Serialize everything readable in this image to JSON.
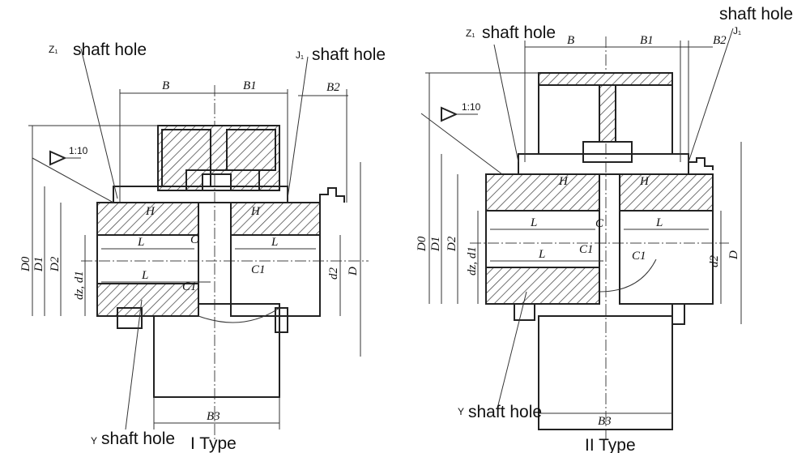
{
  "left": {
    "z1_label": "Z₁",
    "z1_text": "shaft hole",
    "j1_label": "J₁",
    "j1_text": "shaft hole",
    "y_label": "Y",
    "y_text": "shaft hole",
    "type_label": "I Type",
    "taper": "1:10",
    "dims": {
      "B": "B",
      "B1": "B1",
      "B2": "B2",
      "B3": "B3",
      "D0": "D0",
      "D1": "D1",
      "D2": "D2",
      "dz": "dz, d1",
      "L": "L",
      "C": "C",
      "C1": "C1",
      "H": "H",
      "d2": "d2",
      "D": "D"
    }
  },
  "right": {
    "z1_label": "Z₁",
    "z1_text": "shaft hole",
    "j1_label": "J₁",
    "j1_text": "shaft hole",
    "y_label": "Y",
    "y_text": "shaft hole",
    "type_label": "II Type",
    "taper": "1:10",
    "dims": {
      "B": "B",
      "B1": "B1",
      "B2": "B2",
      "B3": "B3",
      "D0": "D0",
      "D1": "D1",
      "D2": "D2",
      "dz": "dz, d1",
      "L": "L",
      "C": "C",
      "C1": "C1",
      "H": "H",
      "d2": "d2",
      "D": "D"
    }
  }
}
